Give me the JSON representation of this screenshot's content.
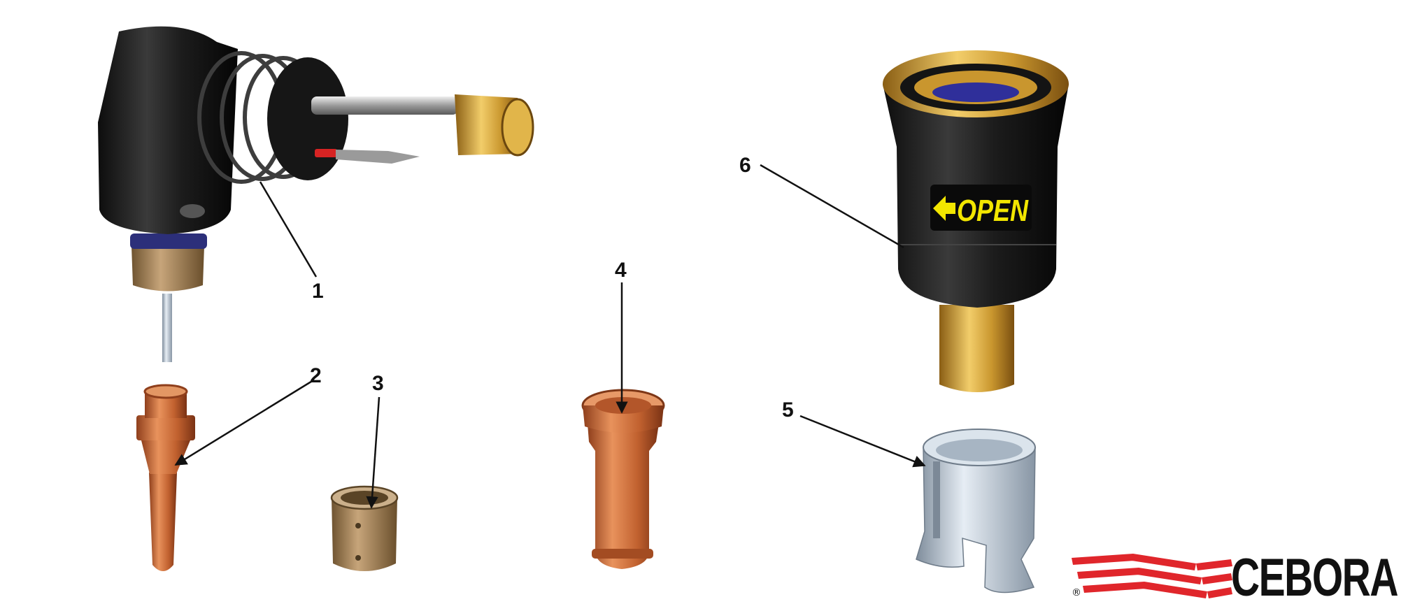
{
  "callouts": [
    {
      "id": 1,
      "label": "1"
    },
    {
      "id": 2,
      "label": "2"
    },
    {
      "id": 3,
      "label": "3"
    },
    {
      "id": 4,
      "label": "4"
    },
    {
      "id": 5,
      "label": "5"
    },
    {
      "id": 6,
      "label": "6"
    }
  ],
  "nozzle_label": "OPEN",
  "brand": {
    "name": "CEBORA",
    "registered": "®"
  },
  "colors": {
    "copper": "#c86a3a",
    "brass": "#c9962e",
    "torch_black": "#1a1a1a",
    "steel": "#aebbc8",
    "brand_red": "#e0262b",
    "label_yellow": "#f2e600"
  }
}
